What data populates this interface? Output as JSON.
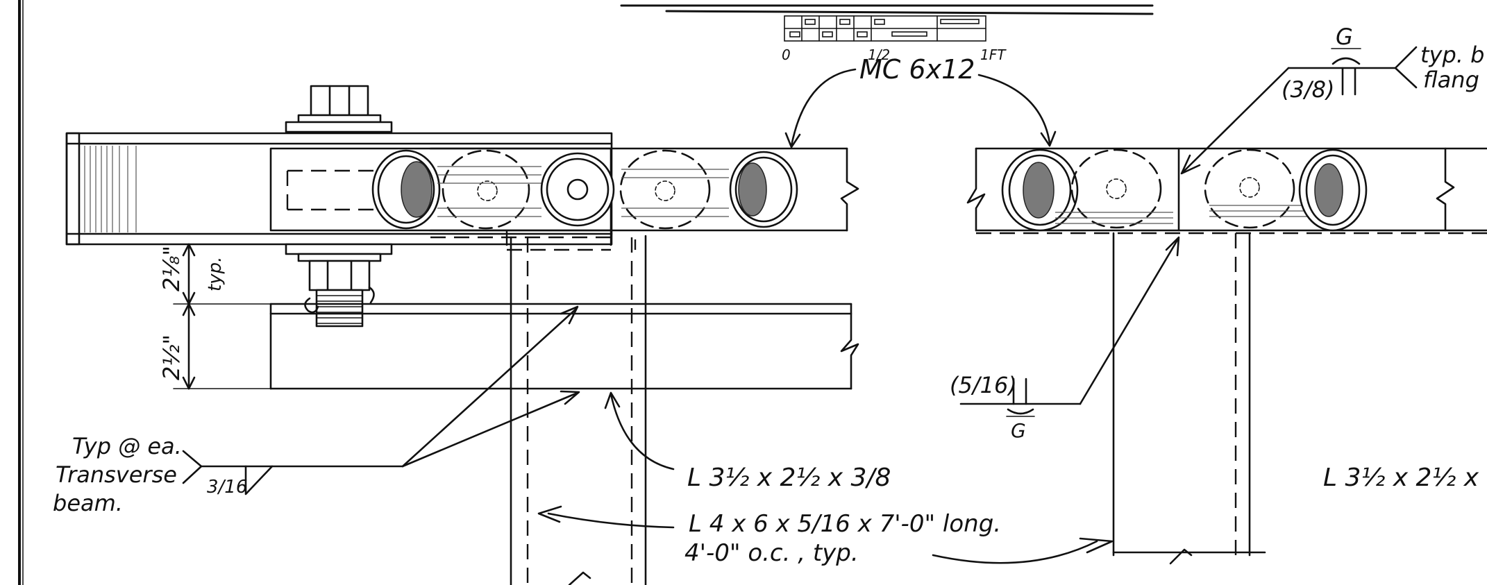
{
  "scale_bar": {
    "tick_0": "0",
    "tick_half": "1/2",
    "tick_1ft": "1FT"
  },
  "left_detail": {
    "channel_label": "MC 6x12",
    "dim_upper": "2⅛\"",
    "dim_upper_note": "typ.",
    "dim_lower": "2½\"",
    "weld_note_line1": "Typ @ ea.",
    "weld_note_line2": "Transverse",
    "weld_note_line3": "beam.",
    "weld_size": "3/16",
    "angle_label": "L 3½ x 2½ x 3/8",
    "long_angle_line1": "L 4 x 6 x 5/16 x 7'-0\" long.",
    "long_angle_line2": "4'-0\" o.c. , typ."
  },
  "right_detail": {
    "weld_top_symbol": "G",
    "weld_top_size": "(3/8)",
    "weld_top_note_line1": "typ. b",
    "weld_top_note_line2": "flang",
    "weld_bottom_size": "(5/16)",
    "weld_bottom_symbol": "G",
    "angle_label": "L 3½ x 2½ x"
  }
}
